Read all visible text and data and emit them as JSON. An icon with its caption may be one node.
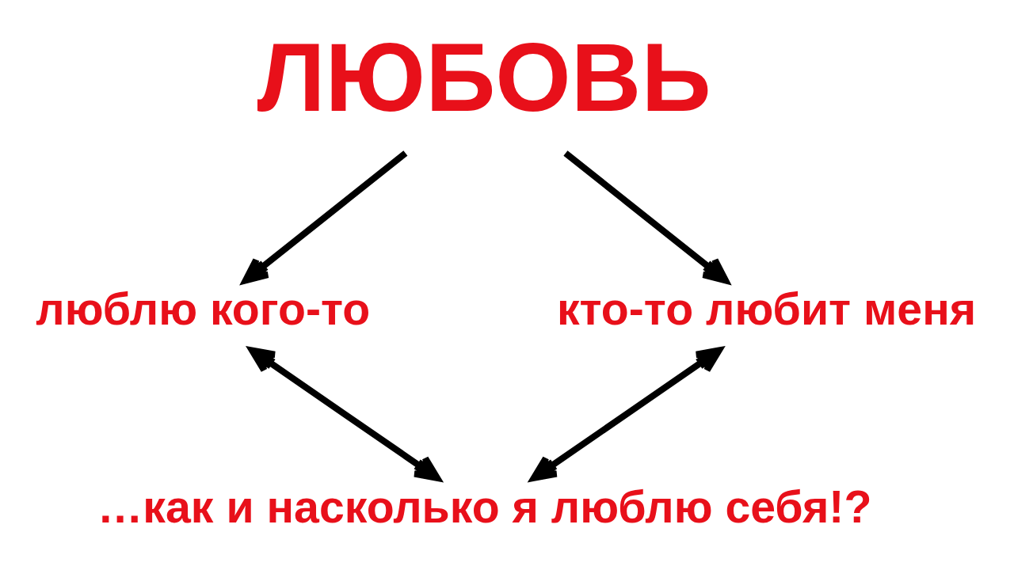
{
  "diagram": {
    "nodes": [
      {
        "text": [
          "ЛЮБОВЬ"
        ]
      },
      {
        "text": [
          "люблю кого-то"
        ]
      },
      {
        "text": [
          "кто-то любит меня"
        ]
      },
      {
        "text": [
          "…как и насколько я люблю себя!?"
        ]
      }
    ],
    "edges": [
      {
        "from": 0,
        "to": 1,
        "arrow": "to"
      },
      {
        "from": 0,
        "to": 2,
        "arrow": "to"
      },
      {
        "from": 1,
        "to": 3,
        "arrow": "both"
      },
      {
        "from": 2,
        "to": 3,
        "arrow": "both"
      }
    ]
  }
}
